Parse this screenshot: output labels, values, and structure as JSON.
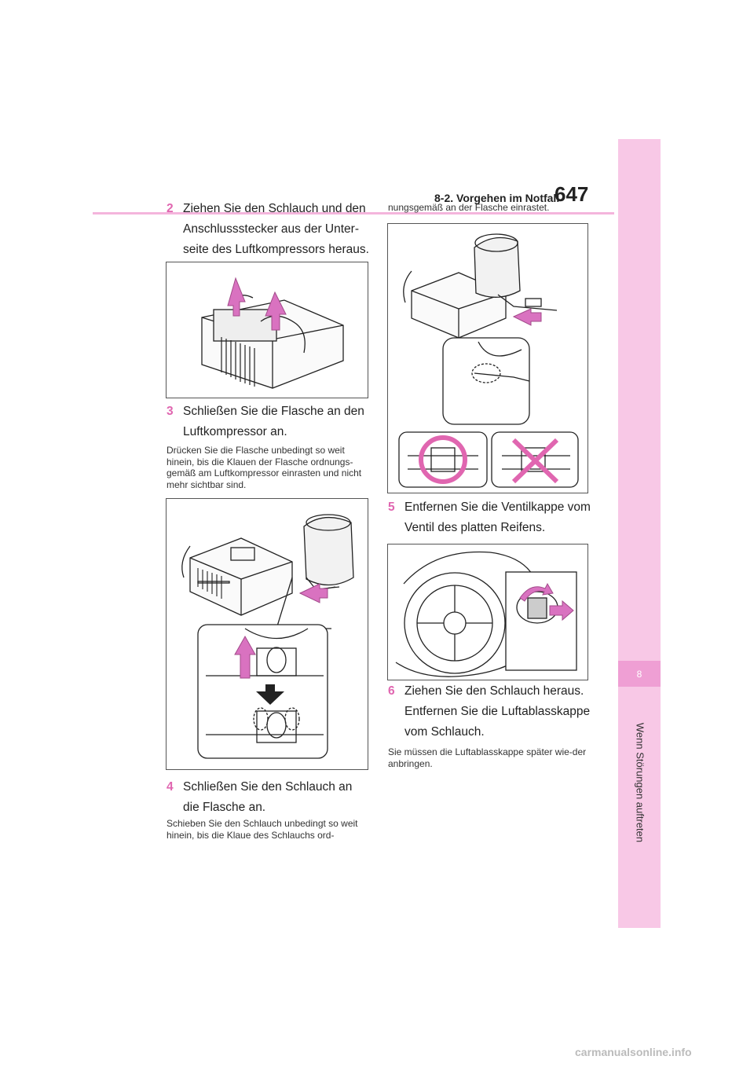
{
  "header": {
    "section": "8-2. Vorgehen im Notfall",
    "page_number": "647"
  },
  "side_tab": {
    "chapter": "8",
    "label": "Wenn Störungen auftreten"
  },
  "steps": [
    {
      "num": "2",
      "text": "Ziehen Sie den Schlauch und den Anschlussstecker aus der Unter-seite des Luftkompressors heraus."
    },
    {
      "num": "3",
      "text": "Schließen Sie die Flasche an den Luftkompressor an."
    },
    {
      "num": "4",
      "text": "Schließen Sie den Schlauch an die Flasche an."
    },
    {
      "num": "5",
      "text": "Entfernen Sie die Ventilkappe vom Ventil des platten Reifens."
    },
    {
      "num": "6",
      "text": "Ziehen Sie den Schlauch heraus. Entfernen Sie die Luftablasskappe vom Schlauch."
    }
  ],
  "notes": {
    "step3": "Drücken Sie die Flasche unbedingt so weit hinein, bis die Klauen der Flasche ordnungs-gemäß am Luftkompressor einrasten und nicht mehr sichtbar sind.",
    "step4_part1": "Schieben Sie den Schlauch unbedingt so weit hinein, bis die Klaue des Schlauchs ord-",
    "step4_part2": "nungsgemäß an der Flasche einrastet.",
    "step6": "Sie müssen die Luftablasskappe später wie-der anbringen."
  },
  "footer": {
    "watermark": "carmanualsonline.info"
  },
  "colors": {
    "accent": "#e066b0",
    "tab": "#f8c8e6",
    "arrow": "#d972c0"
  }
}
